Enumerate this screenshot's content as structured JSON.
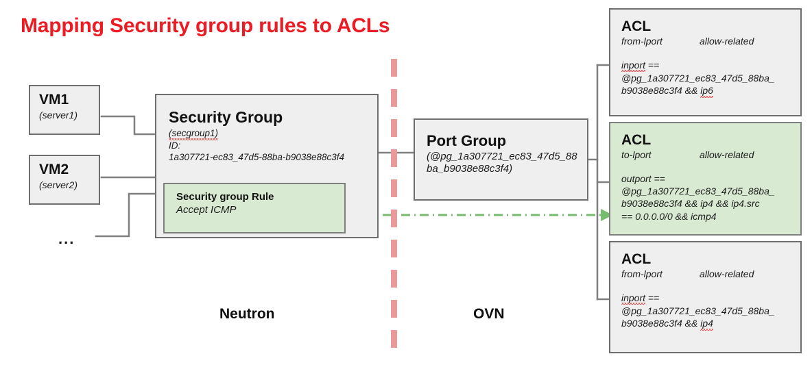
{
  "title": "Mapping Security group rules to ACLs",
  "colors": {
    "title": "#ec1c24",
    "box_fill": "#efefef",
    "box_border": "#6e6e6e",
    "green_fill": "#d9ead3",
    "green_border": "#7f7f7f",
    "divider": "#ea9a9a",
    "arrow": "#77bb6e",
    "wire": "#7f7f7f"
  },
  "left": {
    "vms": [
      {
        "name": "VM1",
        "sub": "(server1)"
      },
      {
        "name": "VM2",
        "sub": "(server2)"
      }
    ],
    "ellipsis": "..."
  },
  "security_group": {
    "title": "Security Group",
    "name": "(secgroup1)",
    "id_label": "ID:",
    "id_value": "1a307721-ec83_47d5-88ba-b9038e88c3f4",
    "rule": {
      "title": "Security group Rule",
      "detail": "Accept ICMP"
    }
  },
  "port_group": {
    "title": "Port Group",
    "name_line1": "(@pg_1a307721_ec83_47d5_88",
    "name_line2": "ba_b9038e88c3f4)"
  },
  "acls": [
    {
      "heading": "ACL",
      "direction": "from-lport",
      "action": "allow-related",
      "match_field": "inport",
      "match_rest": " ==",
      "match_line2": "@pg_1a307721_ec83_47d5_88ba_",
      "match_line3_pre": "b9038e88c3f4 && ",
      "match_line3_squiggle": "ip6",
      "highlighted": false
    },
    {
      "heading": "ACL",
      "direction": "to-lport",
      "action": "allow-related",
      "match_field": "outport",
      "match_rest": " ==",
      "match_line2": "@pg_1a307721_ec83_47d5_88ba_",
      "match_line3_pre": "b9038e88c3f4 && ip4 && ip4.src",
      "match_line3_squiggle": "",
      "match_line4": "== 0.0.0.0/0 && icmp4",
      "highlighted": true
    },
    {
      "heading": "ACL",
      "direction": "from-lport",
      "action": "allow-related",
      "match_field": "inport",
      "match_rest": " ==",
      "match_line2": "@pg_1a307721_ec83_47d5_88ba_",
      "match_line3_pre": "b9038e88c3f4 && ",
      "match_line3_squiggle": "ip4",
      "highlighted": false
    }
  ],
  "zones": {
    "left_label": "Neutron",
    "right_label": "OVN"
  }
}
